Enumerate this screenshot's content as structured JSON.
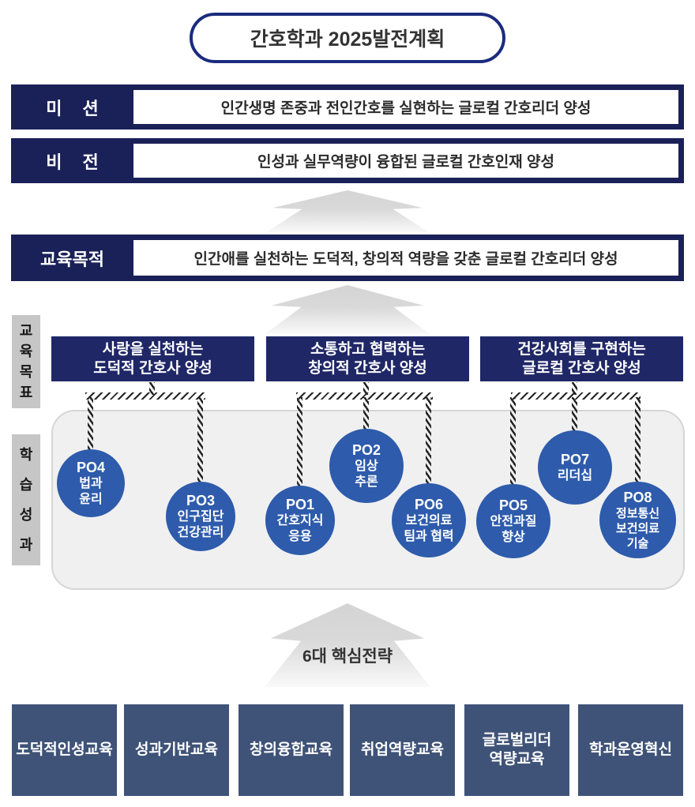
{
  "title": {
    "text": "간호학과 2025발전계획"
  },
  "colors": {
    "bar_navy": "#1a2158",
    "goalbox_navy": "#1f2767",
    "pill_border_navy": "#1b2b7e",
    "circle_blue": "#2e5bab",
    "strategy_slate": "#3f5378",
    "side_label_gray": "#c6c6c6",
    "container_gray": "#f0f0f1",
    "arrow_gray": "#d9d9d9"
  },
  "bars": {
    "mission": {
      "label": "미 션",
      "text": "인간생명 존중과 전인간호를 실현하는 글로컬 간호리더 양성"
    },
    "vision": {
      "label": "비 전",
      "text": "인성과 실무역량이 융합된 글로컬 간호인재 양성"
    },
    "purpose": {
      "label": "교육목적",
      "text": "인간애를 실천하는 도덕적, 창의적 역량을 갖춘 글로컬 간호리더 양성"
    }
  },
  "goals": {
    "side_label": "교육목표",
    "items": [
      {
        "line1": "사랑을 실천하는",
        "line2": "도덕적 간호사 양성"
      },
      {
        "line1": "소통하고 협력하는",
        "line2": "창의적 간호사 양성"
      },
      {
        "line1": "건강사회를 구현하는",
        "line2": "글로컬 간호사 양성"
      }
    ]
  },
  "outcomes": {
    "side_label": "학습성과",
    "circles": [
      {
        "id": "PO4",
        "line1": "법과",
        "line2": "윤리",
        "line3": ""
      },
      {
        "id": "PO3",
        "line1": "인구집단",
        "line2": "건강관리",
        "line3": ""
      },
      {
        "id": "PO1",
        "line1": "간호지식",
        "line2": "응용",
        "line3": ""
      },
      {
        "id": "PO2",
        "line1": "임상",
        "line2": "추론",
        "line3": ""
      },
      {
        "id": "PO6",
        "line1": "보건의료",
        "line2": "팀과 협력",
        "line3": ""
      },
      {
        "id": "PO5",
        "line1": "안전과질",
        "line2": "향상",
        "line3": ""
      },
      {
        "id": "PO7",
        "line1": "리더십",
        "line2": "",
        "line3": ""
      },
      {
        "id": "PO8",
        "line1": "정보통신",
        "line2": "보건의료",
        "line3": "기술"
      }
    ]
  },
  "strategies": {
    "arrow_label": "6대 핵심전략",
    "items": [
      {
        "line1": "도덕적인성교육",
        "line2": ""
      },
      {
        "line1": "성과기반교육",
        "line2": ""
      },
      {
        "line1": "창의융합교육",
        "line2": ""
      },
      {
        "line1": "취업역량교육",
        "line2": ""
      },
      {
        "line1": "글로벌리더",
        "line2": "역량교육"
      },
      {
        "line1": "학과운영혁신",
        "line2": ""
      }
    ]
  }
}
